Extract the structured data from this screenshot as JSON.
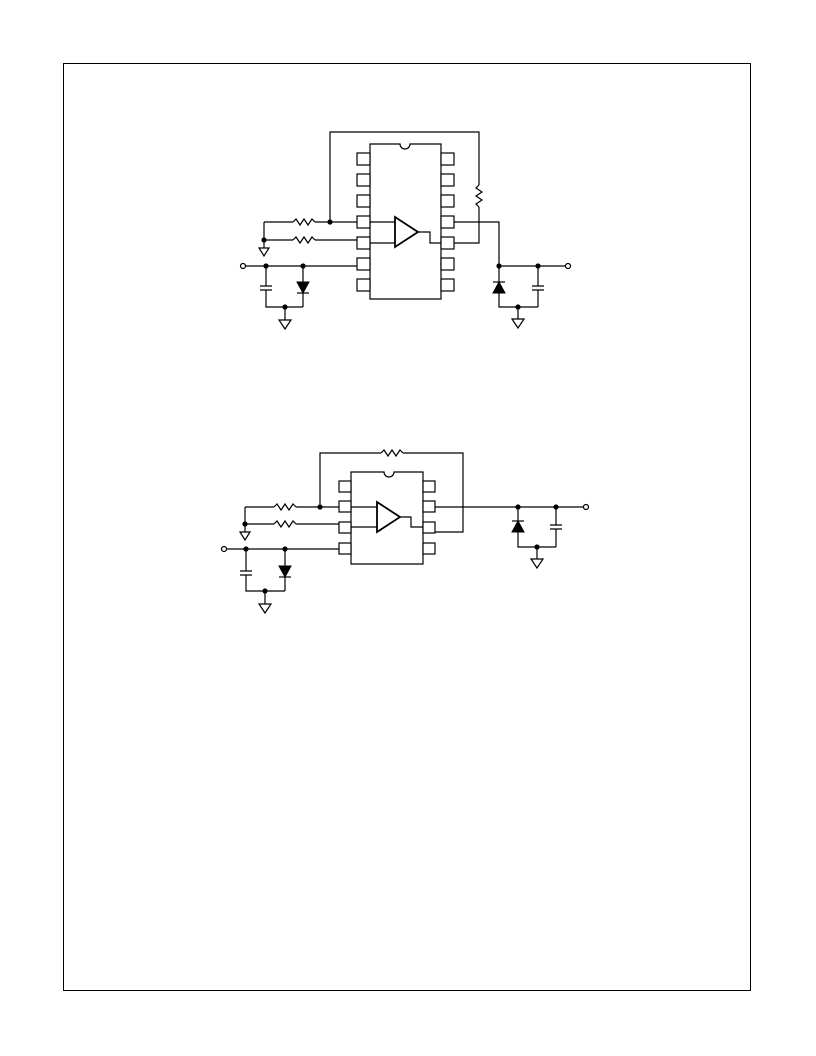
{
  "page": {
    "border_color": "#000000",
    "background_color": "#ffffff"
  },
  "diagrams": [
    {
      "id": "circuit-14-pin",
      "package_pins": 14,
      "components": [
        "ic-package",
        "op-amp",
        "input-resistor",
        "ground-resistor",
        "feedback-resistor",
        "input-capacitor",
        "input-diode",
        "output-diode",
        "output-capacitor",
        "ground-symbols",
        "terminals"
      ]
    },
    {
      "id": "circuit-8-pin",
      "package_pins": 8,
      "components": [
        "ic-package",
        "op-amp",
        "input-resistor",
        "ground-resistor",
        "feedback-resistor",
        "input-capacitor",
        "input-diode",
        "output-diode",
        "output-capacitor",
        "ground-symbols",
        "terminals"
      ]
    }
  ]
}
